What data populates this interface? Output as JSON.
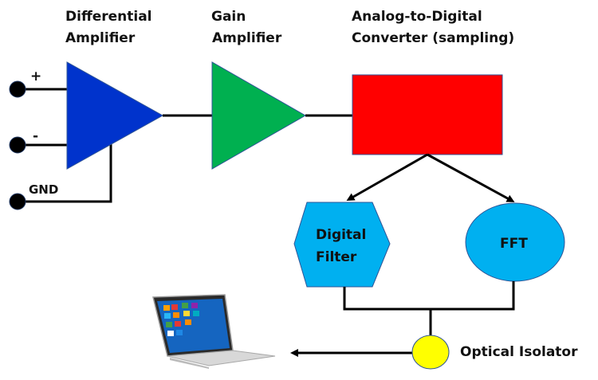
{
  "diagram": {
    "title": "Signal acquisition block diagram",
    "blocks": {
      "diff_amp": {
        "label_line1": "Differential",
        "label_line2": "Amplifier",
        "color": "#0033cc"
      },
      "gain_amp": {
        "label_line1": "Gain",
        "label_line2": "Amplifier",
        "color": "#00b050"
      },
      "adc": {
        "label_line1": "Analog-to-Digital",
        "label_line2": "Converter (sampling)",
        "color": "#ff0000"
      },
      "digital_filter": {
        "label_line1": "Digital",
        "label_line2": "Filter",
        "color": "#00b0f0"
      },
      "fft": {
        "label": "FFT",
        "color": "#00b0f0"
      },
      "optical_isolator": {
        "label": "Optical Isolator",
        "color": "#ffff00"
      },
      "laptop": {
        "icon": "laptop-icon"
      }
    },
    "inputs": [
      {
        "label": "+"
      },
      {
        "label": "-"
      },
      {
        "label": "GND"
      }
    ],
    "connections": [
      {
        "from": "inputs",
        "to": "Differential Amplifier"
      },
      {
        "from": "Differential Amplifier",
        "to": "Gain Amplifier"
      },
      {
        "from": "Gain Amplifier",
        "to": "Analog-to-Digital Converter (sampling)"
      },
      {
        "from": "Analog-to-Digital Converter (sampling)",
        "to": "Digital Filter",
        "arrow": true
      },
      {
        "from": "Analog-to-Digital Converter (sampling)",
        "to": "FFT",
        "arrow": true
      },
      {
        "from": "Digital Filter",
        "to": "Optical Isolator"
      },
      {
        "from": "FFT",
        "to": "Optical Isolator"
      },
      {
        "from": "Optical Isolator",
        "to": "Laptop",
        "arrow": true
      }
    ]
  }
}
